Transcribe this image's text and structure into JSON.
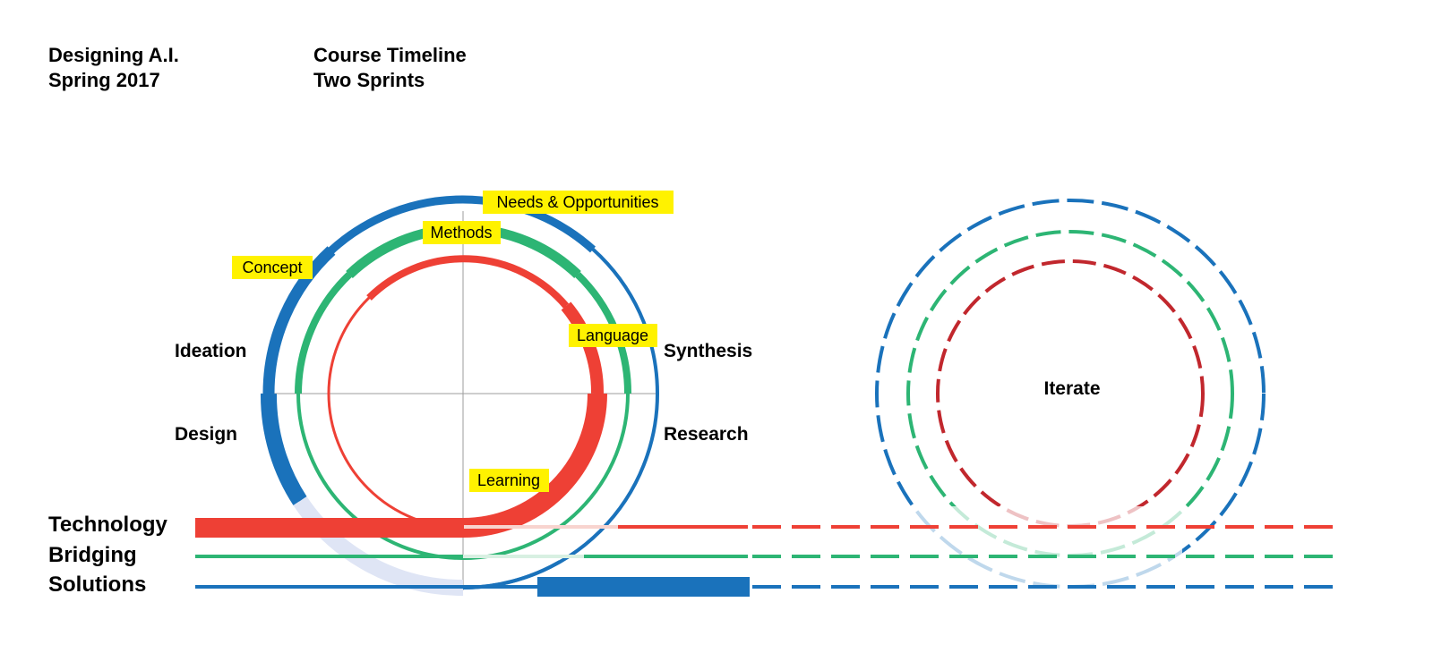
{
  "header": {
    "course": "Designing A.I.",
    "term": "Spring 2017",
    "title": "Course Timeline",
    "subtitle": "Two Sprints"
  },
  "quadrants": {
    "top_left": "Ideation",
    "bottom_left": "Design",
    "top_right": "Synthesis",
    "bottom_right": "Research"
  },
  "tags": {
    "needs": "Needs & Opportunities",
    "methods": "Methods",
    "concept": "Concept",
    "language": "Language",
    "learning": "Learning"
  },
  "tracks": {
    "technology": "Technology",
    "bridging": "Bridging",
    "solutions": "Solutions"
  },
  "iterate_label": "Iterate",
  "colors": {
    "blue": "#1a72bb",
    "green": "#2db574",
    "red": "#ee4035",
    "dark_red": "#c1272d",
    "tag_bg": "#fff200"
  }
}
